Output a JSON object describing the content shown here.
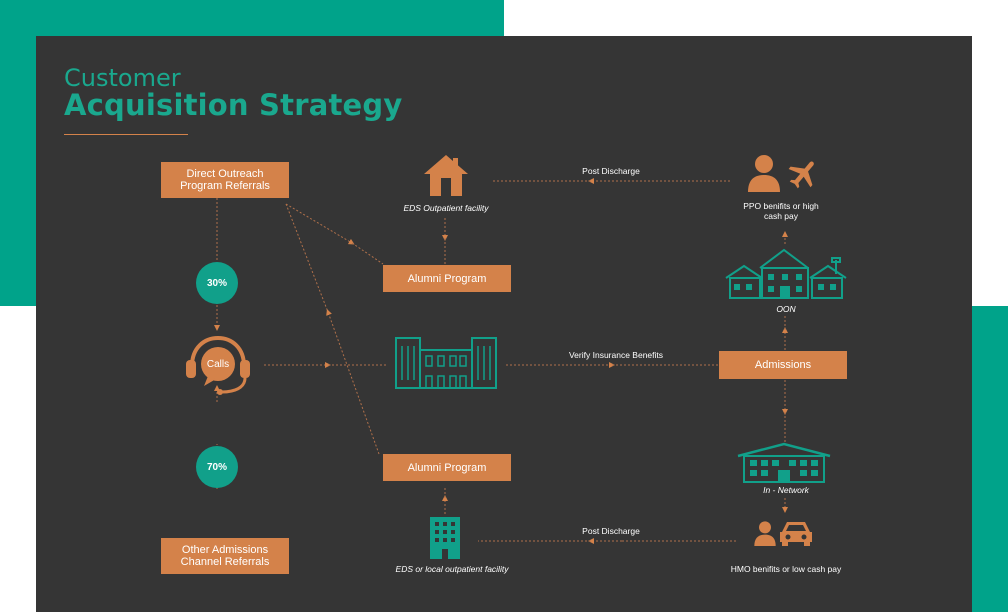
{
  "title": {
    "line1": "Customer",
    "line2": "Acquisition Strategy"
  },
  "boxes": {
    "direct_outreach": "Direct Outreach\nProgram Referrals",
    "alumni_top": "Alumni Program",
    "alumni_bottom": "Alumni Program",
    "admissions": "Admissions",
    "other_admissions": "Other Admissions\nChannel Referrals"
  },
  "percent": {
    "top": "30%",
    "bottom": "70%"
  },
  "calls": "Calls",
  "labels": {
    "eds_outpatient": "EDS Outpatient facility",
    "post_discharge_top": "Post Discharge",
    "ppo": "PPO benifits or high\ncash pay",
    "oon": "OON",
    "verify": "Verify Insurance Benefits",
    "in_network": "In - Network",
    "eds_local": "EDS or local outpatient facility",
    "post_discharge_bottom": "Post Discharge",
    "hmo": "HMO benifits or low cash pay"
  },
  "icons": [
    "house-icon",
    "person-icon",
    "airplane-icon",
    "oon-building-icon",
    "headset-icon",
    "hospital-building-icon",
    "in-network-building-icon",
    "office-tower-icon",
    "car-icon"
  ],
  "colors": {
    "teal": "#00a38a",
    "orange": "#d4824a",
    "panel": "#353535"
  }
}
